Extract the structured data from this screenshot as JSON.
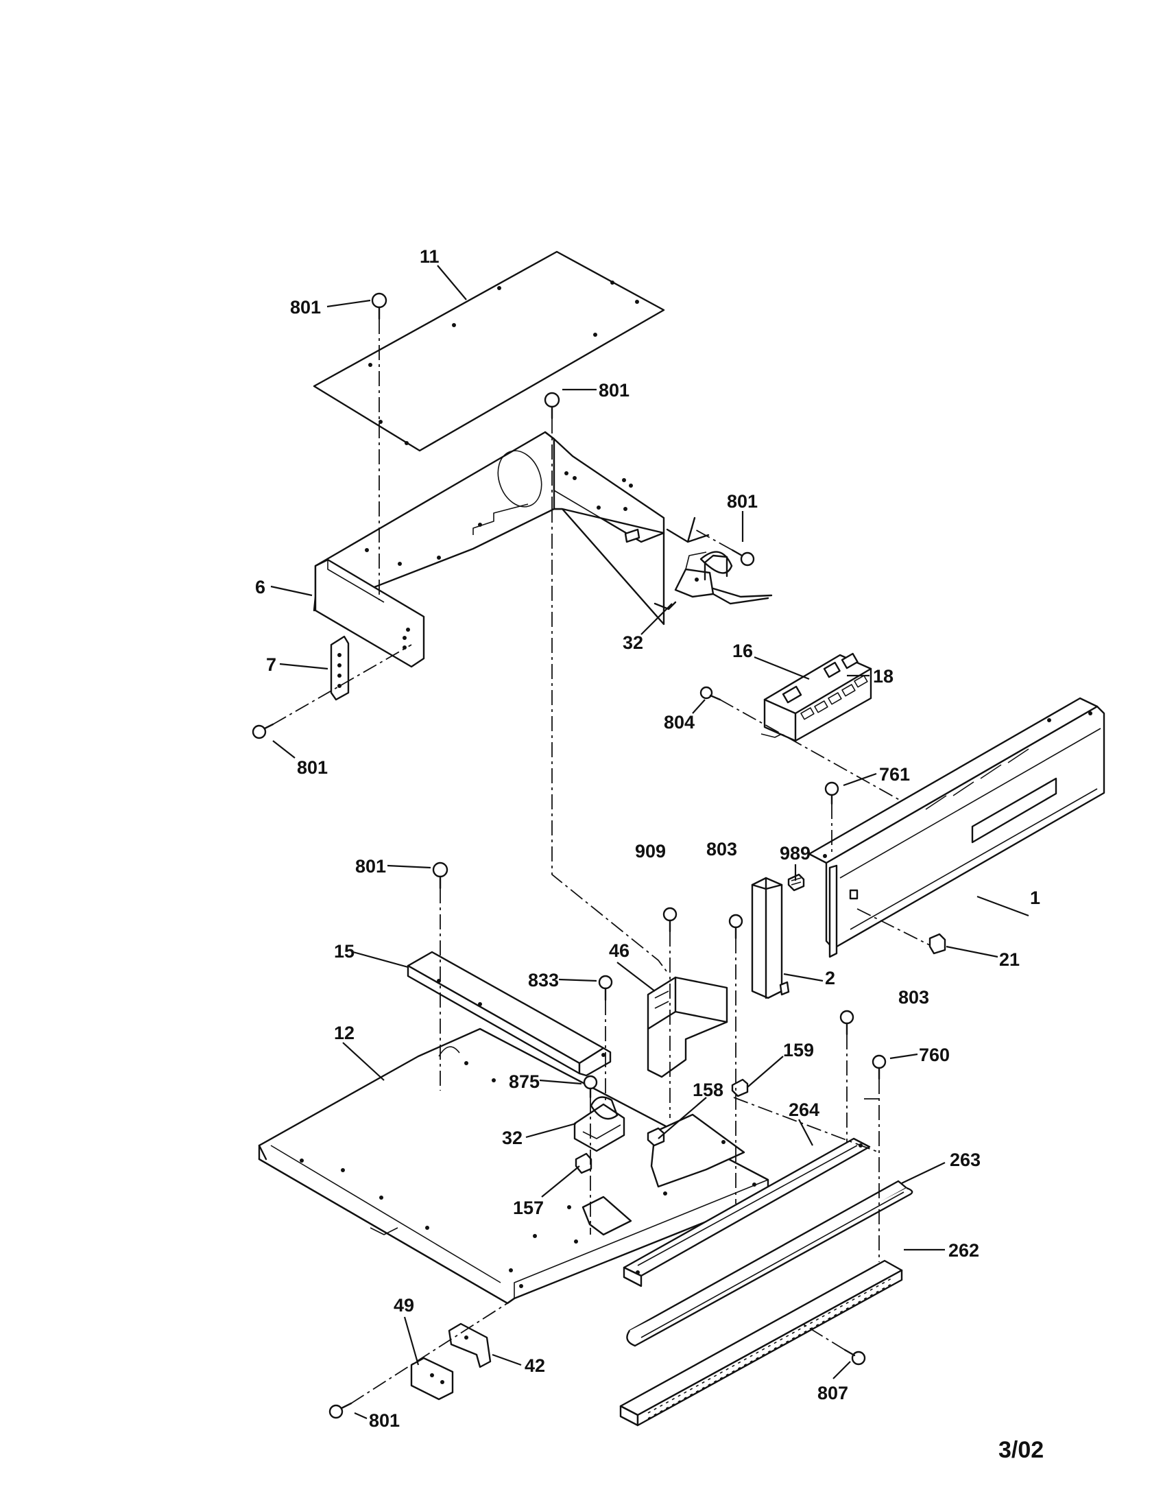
{
  "callouts": {
    "c11": "11",
    "c801a": "801",
    "c801b": "801",
    "c801c": "801",
    "c801d": "801",
    "c801e": "801",
    "c801f": "801",
    "c6": "6",
    "c7": "7",
    "c32a": "32",
    "c32b": "32",
    "c16": "16",
    "c18": "18",
    "c804": "804",
    "c761": "761",
    "c989": "989",
    "c909": "909",
    "c803a": "803",
    "c803b": "803",
    "c1": "1",
    "c21": "21",
    "c2": "2",
    "c15": "15",
    "c833": "833",
    "c46": "46",
    "c12": "12",
    "c875": "875",
    "c159": "159",
    "c158": "158",
    "c760": "760",
    "c264": "264",
    "c263": "263",
    "c262": "262",
    "c157": "157",
    "c49": "49",
    "c42": "42",
    "c807": "807"
  },
  "footer": {
    "date_code": "3/02"
  }
}
